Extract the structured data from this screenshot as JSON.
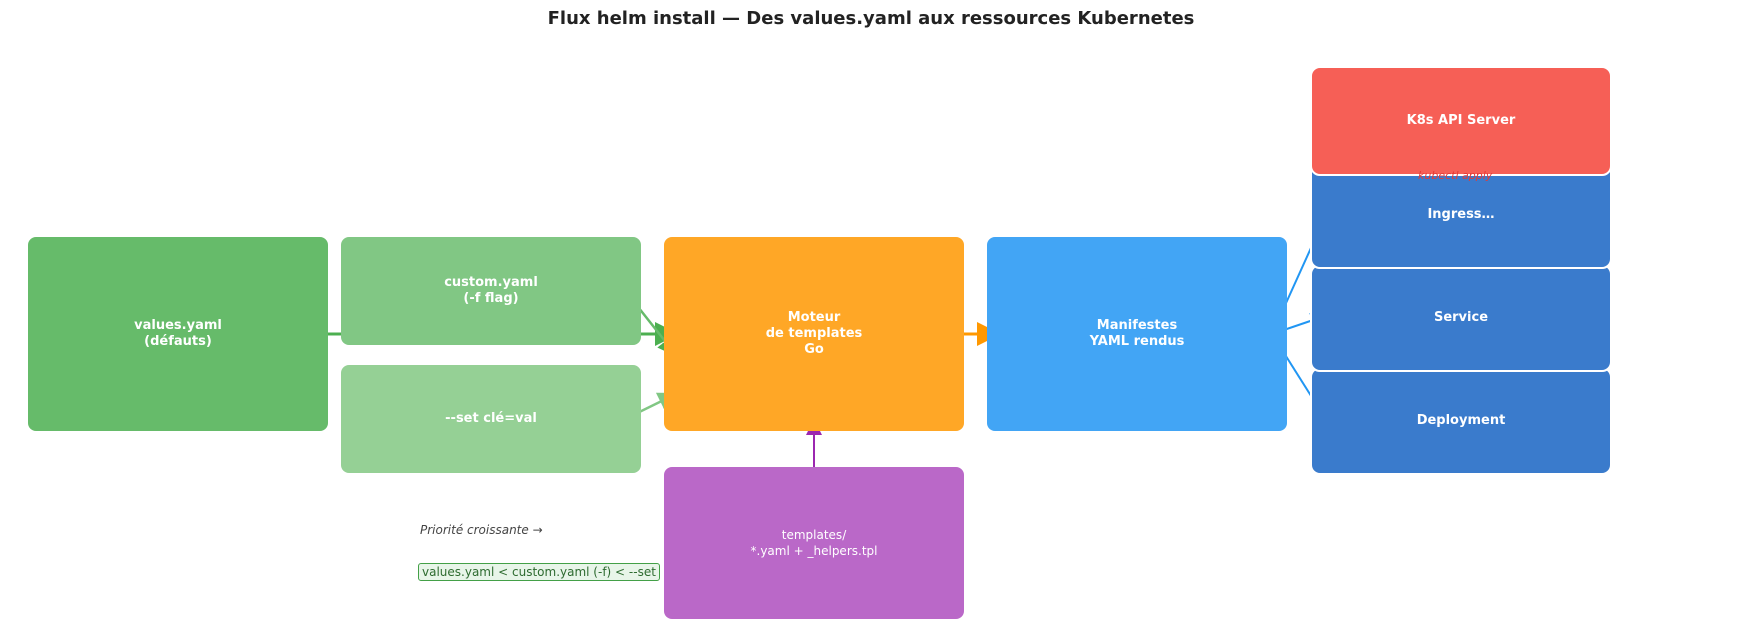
{
  "title": "Flux helm install — Des values.yaml aux ressources Kubernetes",
  "nodes": {
    "values": "values.yaml\n(défauts)",
    "custom": "custom.yaml\n(-f flag)",
    "set": "--set clé=val",
    "engine": "Moteur\nde templates\nGo",
    "templates": "templates/\n*.yaml + _helpers.tpl",
    "manifests": "Manifestes\nYAML rendus",
    "deployment": "Deployment",
    "service": "Service",
    "ingress": "Ingress…",
    "api": "K8s API Server"
  },
  "api_edge_label": "kubectl apply",
  "notes": {
    "priority": "Priorité croissante →",
    "order": "values.yaml < custom.yaml (-f) < --set"
  },
  "colors": {
    "values": "#66bb6a",
    "custom": "#81c784",
    "set": "#95d095",
    "engine": "#ffa726",
    "templates": "#ba68c8",
    "manifests": "#42a5f5",
    "resource": "#3a7bcc",
    "api": "#f65f56"
  }
}
